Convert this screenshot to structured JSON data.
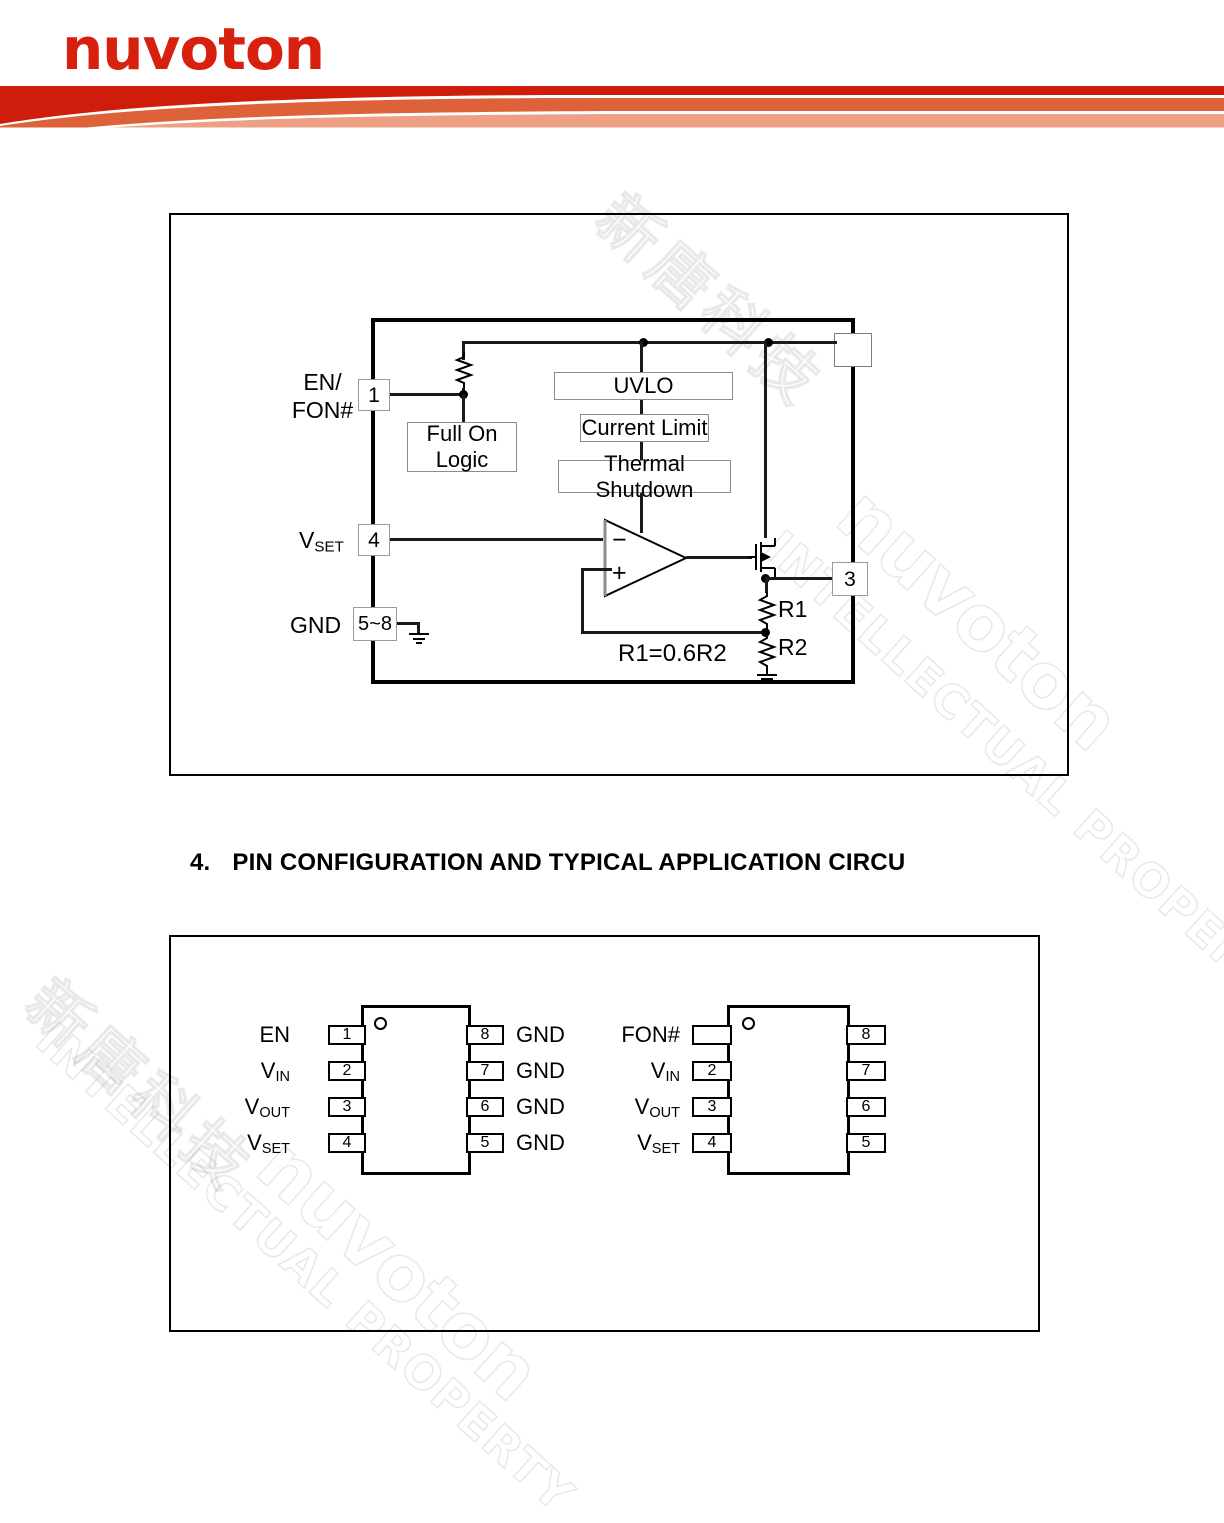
{
  "header": {
    "logo_text": "nuvoton",
    "logo_color": "#d8200f",
    "banner_colors": [
      "#cf1d0c",
      "#dd6239",
      "#eda083"
    ]
  },
  "watermark": {
    "latin_line": "INTELLECTUAL PROPERTY",
    "brand": "nuvoton",
    "cjk": "新唐科技"
  },
  "block_diagram": {
    "pins": [
      {
        "num": "1",
        "label_line1": "EN/",
        "label_line2": "FON#"
      },
      {
        "num": "4",
        "label_main": "V",
        "label_sub": "SET"
      },
      {
        "num": "5~8",
        "label_main": "GND"
      },
      {
        "num": "3"
      },
      {
        "num": ""
      }
    ],
    "blocks": [
      {
        "id": "full-on-logic",
        "line1": "Full On",
        "line2": "Logic"
      },
      {
        "id": "uvlo",
        "line1": "UVLO"
      },
      {
        "id": "current-limit",
        "line1": "Current Limit"
      },
      {
        "id": "thermal-shutdown",
        "line1": "Thermal Shutdown"
      }
    ],
    "opamp": {
      "minus": "−",
      "plus": "+"
    },
    "resistors": {
      "r1": "R1",
      "r2": "R2"
    },
    "relation": "R1=0.6R2"
  },
  "section": {
    "number": "4.",
    "title": "PIN CONFIGURATION AND TYPICAL APPLICATION CIRCU"
  },
  "packages": [
    {
      "id": "package-left",
      "left_pins": [
        {
          "num": "1",
          "label_main": "EN"
        },
        {
          "num": "2",
          "label_main": "V",
          "label_sub": "IN"
        },
        {
          "num": "3",
          "label_main": "V",
          "label_sub": "OUT"
        },
        {
          "num": "4",
          "label_main": "V",
          "label_sub": "SET"
        }
      ],
      "right_pins": [
        {
          "num": "8",
          "label_main": "GND"
        },
        {
          "num": "7",
          "label_main": "GND"
        },
        {
          "num": "6",
          "label_main": "GND"
        },
        {
          "num": "5",
          "label_main": "GND"
        }
      ]
    },
    {
      "id": "package-right",
      "left_pins": [
        {
          "num": "",
          "label_main": "FON#"
        },
        {
          "num": "2",
          "label_main": "V",
          "label_sub": "IN"
        },
        {
          "num": "3",
          "label_main": "V",
          "label_sub": "OUT"
        },
        {
          "num": "4",
          "label_main": "V",
          "label_sub": "SET"
        }
      ],
      "right_pins": [
        {
          "num": "8",
          "label_main": ""
        },
        {
          "num": "7",
          "label_main": ""
        },
        {
          "num": "6",
          "label_main": ""
        },
        {
          "num": "5",
          "label_main": ""
        }
      ]
    }
  ]
}
